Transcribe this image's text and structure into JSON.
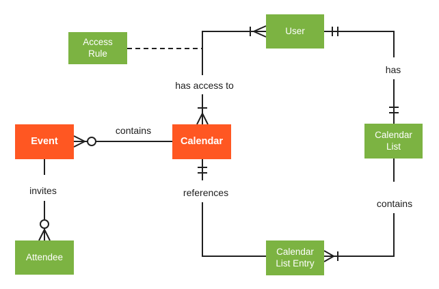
{
  "diagram": {
    "type": "entity-relationship",
    "background": "#ffffff",
    "colors": {
      "entity_orange": "#FF5722",
      "entity_green": "#7CB342",
      "entity_text": "#ffffff",
      "line": "#1f1f1f",
      "relationship_text": "#1c1c1c"
    },
    "entities": [
      {
        "id": "event",
        "label": "Event",
        "color": "orange"
      },
      {
        "id": "calendar",
        "label": "Calendar",
        "color": "orange"
      },
      {
        "id": "access-rule",
        "label": "Access Rule",
        "color": "green"
      },
      {
        "id": "user",
        "label": "User",
        "color": "green"
      },
      {
        "id": "calendar-list",
        "label": "Calendar List",
        "color": "green"
      },
      {
        "id": "calendar-list-entry",
        "label": "Calendar List Entry",
        "color": "green"
      },
      {
        "id": "attendee",
        "label": "Attendee",
        "color": "green"
      }
    ],
    "relationships": [
      {
        "id": "calendar-contains-event",
        "label": "contains",
        "from": "Calendar",
        "to": "Event",
        "cardinality_marks": "zero-or-many at Event"
      },
      {
        "id": "user-has-access-to-calendar",
        "label": "has access to",
        "from": "User",
        "to": "Calendar",
        "cardinality_marks": "one-or-many at User, one-or-many at Calendar"
      },
      {
        "id": "user-has-calendar-list",
        "label": "has",
        "from": "User",
        "to": "Calendar List",
        "cardinality_marks": "exactly-one at User, exactly-one at Calendar List"
      },
      {
        "id": "calendar-list-contains-entry",
        "label": "contains",
        "from": "Calendar List",
        "to": "Calendar List Entry",
        "cardinality_marks": "one-or-many at Calendar List Entry"
      },
      {
        "id": "entry-references-calendar",
        "label": "references",
        "from": "Calendar List Entry",
        "to": "Calendar",
        "cardinality_marks": "exactly-one at Calendar"
      },
      {
        "id": "event-invites-attendee",
        "label": "invites",
        "from": "Event",
        "to": "Attendee",
        "cardinality_marks": "zero-or-many at Attendee"
      },
      {
        "id": "access-rule-association",
        "label": "",
        "from": "Access Rule",
        "to": "has access to line",
        "cardinality_marks": "dashed association"
      }
    ]
  }
}
